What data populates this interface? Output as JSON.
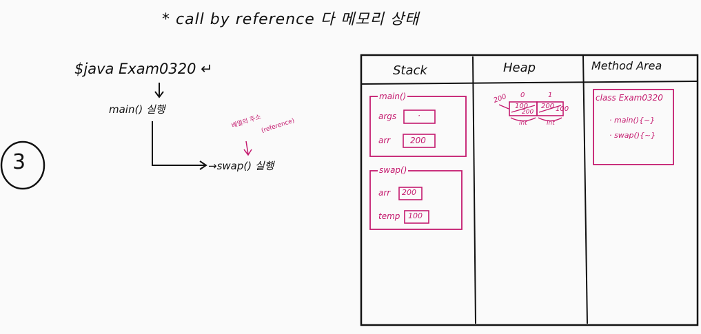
{
  "title": "*   call  by  reference  다  메모리  상태",
  "command": "$java   Exam0320 ↵",
  "main_exec": "main() 실행",
  "swap_exec": "→swap() 실행",
  "ref_note": {
    "line1": "배열의 주소",
    "line2": "(reference)"
  },
  "step_number": "3",
  "memory": {
    "headers": {
      "stack": "Stack",
      "heap": "Heap",
      "method_area": "Method Area"
    },
    "stack": {
      "main_frame": {
        "label": "main()",
        "args_label": "args",
        "args_value": "·",
        "arr_label": "arr",
        "arr_value": "200"
      },
      "swap_frame": {
        "label": "swap()",
        "arr_label": "arr",
        "arr_value": "200",
        "temp_label": "temp",
        "temp_value": "100"
      }
    },
    "heap": {
      "address": "200",
      "index0": "0",
      "index1": "1",
      "cell0_old": "100",
      "cell0_new": "200",
      "cell1_old": "200",
      "cell1_new": "100",
      "type0": "int",
      "type1": "int"
    },
    "method_area": {
      "class_label": "class Exam0320",
      "method1": "· main(){~}",
      "method2": "· swap(){~}"
    }
  }
}
